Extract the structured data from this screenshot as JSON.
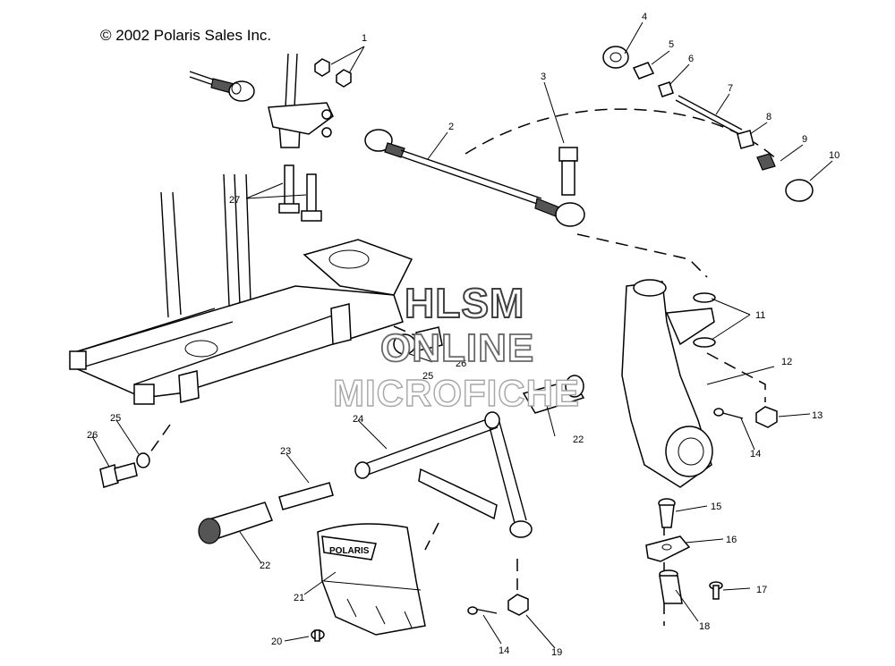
{
  "copyright": "© 2002 Polaris Sales Inc.",
  "watermark": {
    "line1": "HLSM",
    "line2": "ONLINE",
    "line3": "MICROFICHE"
  },
  "brand_plate": "POLARIS",
  "callouts": {
    "c1": "1",
    "c2": "2",
    "c3": "3",
    "c4": "4",
    "c5": "5",
    "c6": "6",
    "c7": "7",
    "c8": "8",
    "c9": "9",
    "c10": "10",
    "c11": "11",
    "c12": "12",
    "c13": "13",
    "c14a": "14",
    "c14b": "14",
    "c15": "15",
    "c16": "16",
    "c17": "17",
    "c18": "18",
    "c19": "19",
    "c20": "20",
    "c21": "21",
    "c22a": "22",
    "c22b": "22",
    "c23": "23",
    "c24": "24",
    "c25a": "25",
    "c25b": "25",
    "c26a": "26",
    "c26b": "26",
    "c27": "27"
  }
}
